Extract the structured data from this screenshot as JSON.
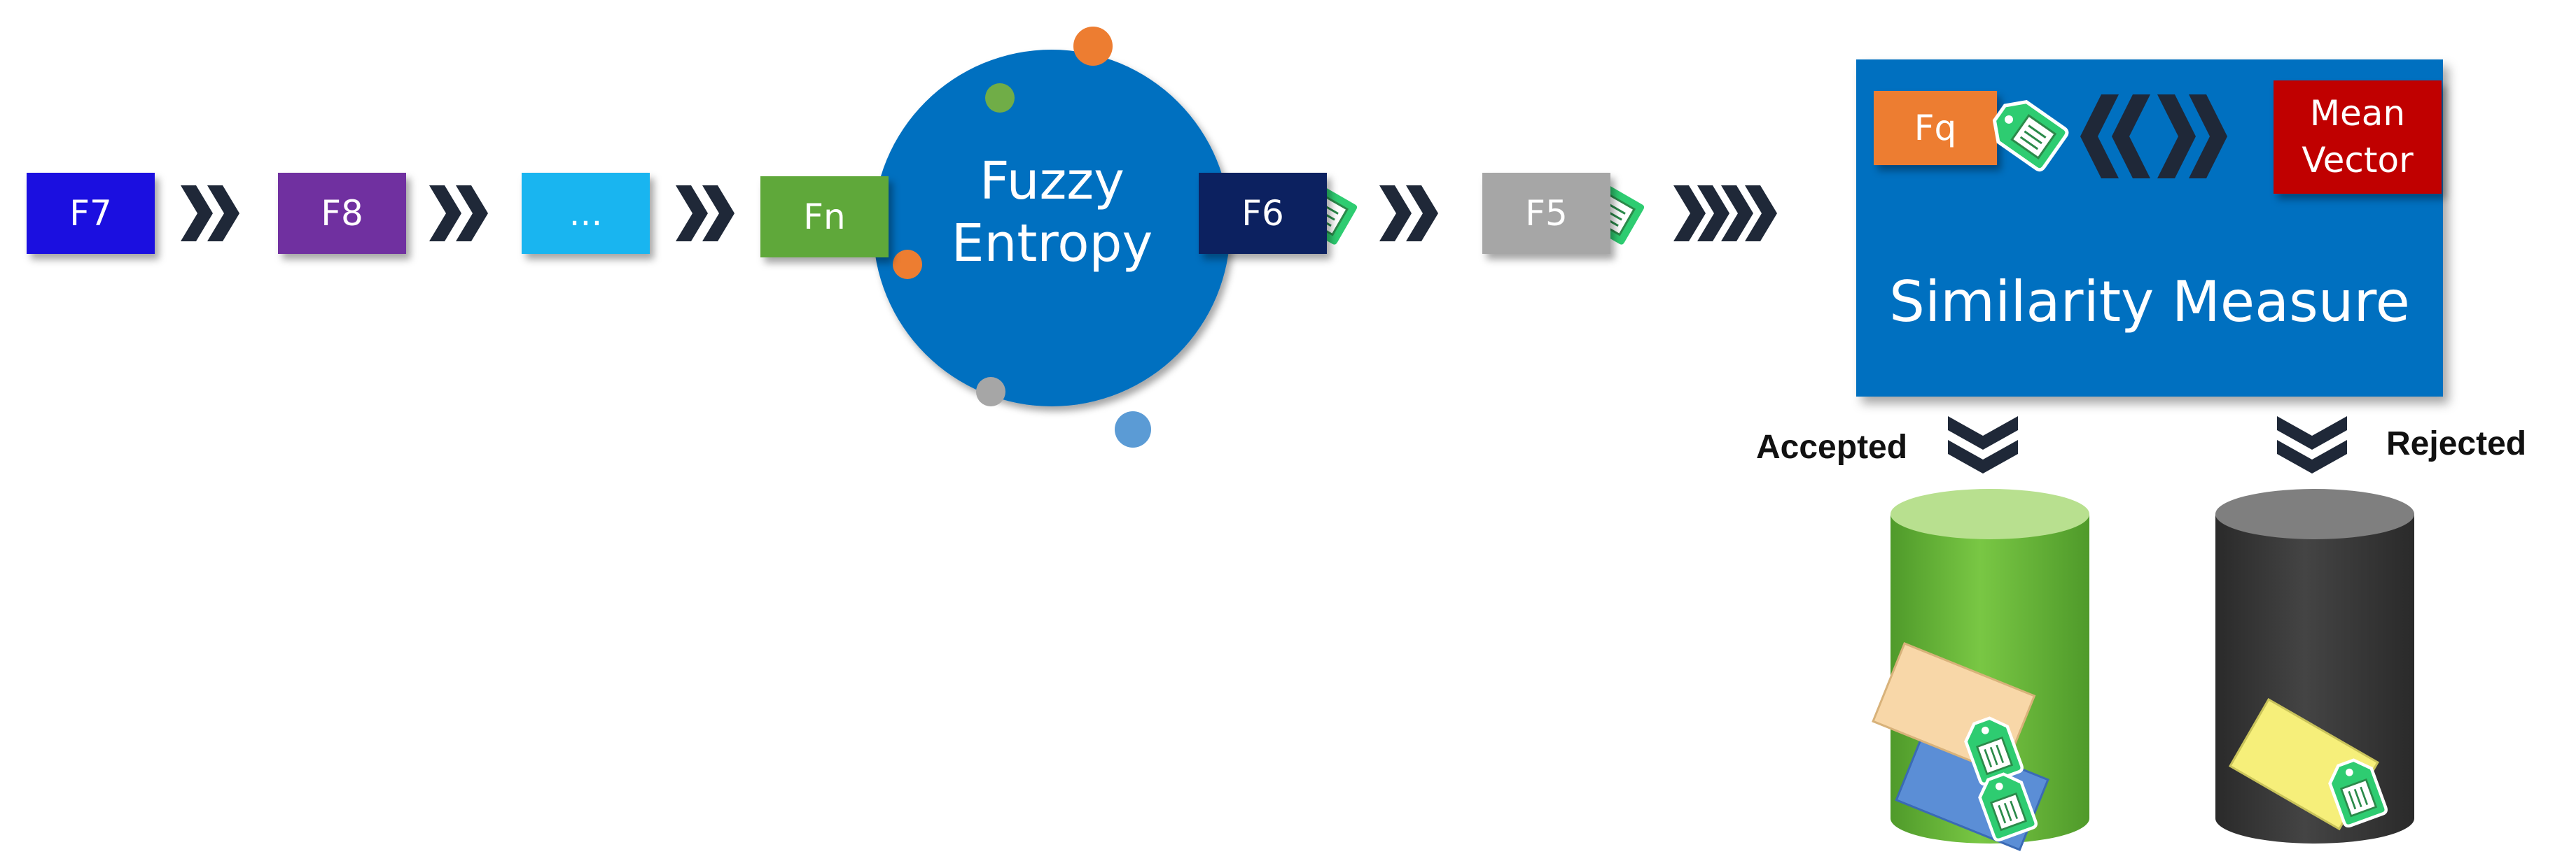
{
  "pipeline": {
    "f7": "F7",
    "f8": "F8",
    "ellipsis": "...",
    "fn": "Fn",
    "f6": "F6",
    "f5": "F5"
  },
  "entropy": {
    "line1": "Fuzzy",
    "line2": "Entropy"
  },
  "similarity": {
    "title": "Similarity Measure",
    "query": "Fq",
    "mean_line1": "Mean",
    "mean_line2": "Vector"
  },
  "outcomes": {
    "accepted": "Accepted",
    "rejected": "Rejected"
  },
  "colors": {
    "f7": "#1b0fe0",
    "f8": "#7030a0",
    "ellipsis": "#19b5f0",
    "fn": "#5fa83a",
    "f6": "#0c2160",
    "f5": "#a6a6a6",
    "fq": "#ed7d31",
    "mean": "#c00000",
    "panel": "#0070c0",
    "tag": "#2ecc71",
    "accepted_bin": "#6fbf3a",
    "rejected_bin": "#3a3a3a"
  }
}
